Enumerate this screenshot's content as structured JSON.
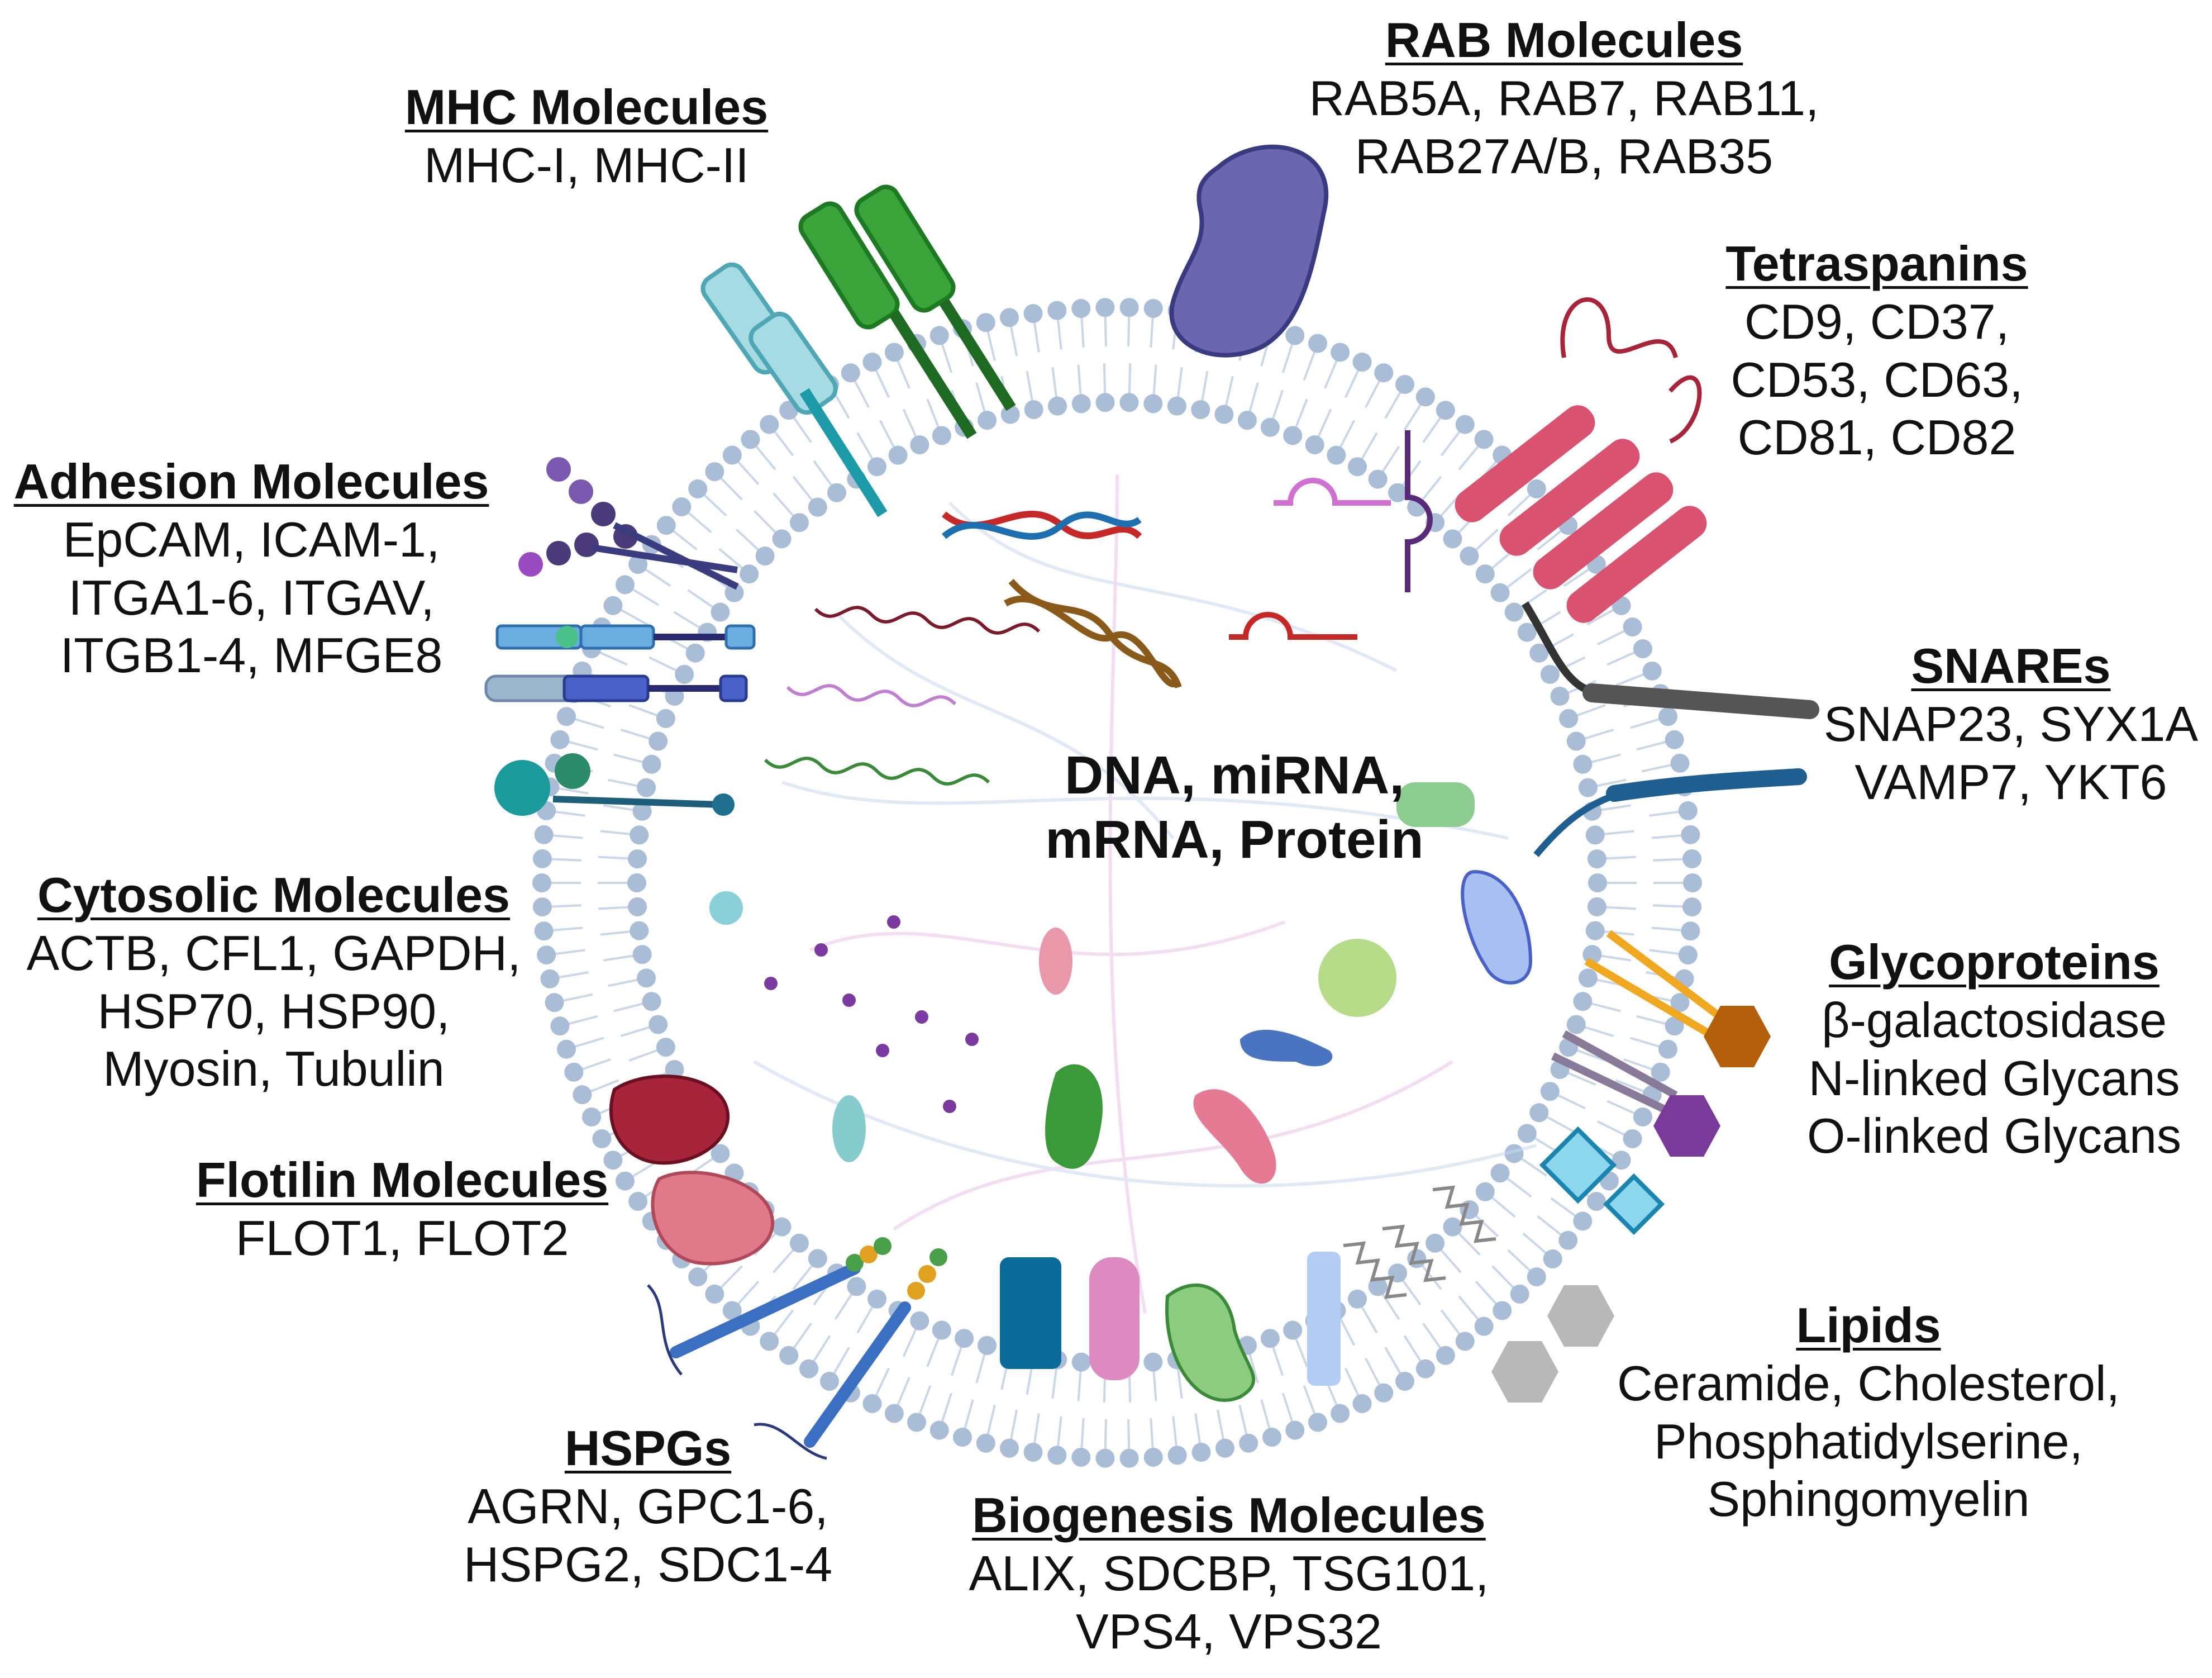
{
  "center": {
    "lines": [
      "DNA, miRNA,",
      "mRNA, Protein"
    ]
  },
  "groups": {
    "rab": {
      "title": "RAB Molecules",
      "items": [
        "RAB5A, RAB7, RAB11,",
        "RAB27A/B, RAB35"
      ]
    },
    "mhc": {
      "title": "MHC Molecules",
      "items": [
        "MHC-I, MHC-II"
      ]
    },
    "tetraspanins": {
      "title": "Tetraspanins",
      "items": [
        "CD9, CD37,",
        "CD53, CD63,",
        "CD81, CD82"
      ]
    },
    "adhesion": {
      "title": "Adhesion Molecules",
      "items": [
        "EpCAM, ICAM-1,",
        "ITGA1-6, ITGAV,",
        "ITGB1-4, MFGE8"
      ]
    },
    "snares": {
      "title": "SNAREs",
      "items": [
        "SNAP23, SYX1A",
        "VAMP7, YKT6"
      ]
    },
    "cytosolic": {
      "title": "Cytosolic Molecules",
      "items": [
        "ACTB, CFL1, GAPDH,",
        "HSP70, HSP90,",
        "Myosin, Tubulin"
      ]
    },
    "glycoproteins": {
      "title": "Glycoproteins",
      "items": [
        "β-galactosidase",
        "N-linked Glycans",
        "O-linked Glycans"
      ]
    },
    "flotilin": {
      "title": "Flotilin Molecules",
      "items": [
        "FLOT1, FLOT2"
      ]
    },
    "lipids": {
      "title": "Lipids",
      "items": [
        "Ceramide, Cholesterol,",
        "Phosphatidylserine,",
        "Sphingomyelin"
      ]
    },
    "hspgs": {
      "title": "HSPGs",
      "items": [
        "AGRN, GPC1-6,",
        "HSPG2, SDC1-4"
      ]
    },
    "biogenesis": {
      "title": "Biogenesis Molecules",
      "items": [
        "ALIX, SDCBP, TSG101,",
        "VPS4, VPS32"
      ]
    }
  },
  "colors": {
    "membrane_head": "#a9bdd6",
    "membrane_tail": "#c9d7e8",
    "rab": "#6a66b0",
    "mhc_green": "#3aa33a",
    "mhc_teal": "#9fd6df",
    "tetraspanin": "#d95270",
    "snare_dark": "#444444",
    "snare_blue": "#1f5e91",
    "glyco_orange": "#b35f0c",
    "glyco_purple": "#7a3a9a",
    "glyco_cyan": "#8cd6ee",
    "lipid_gray": "#b8b8b8",
    "flotilin_dark": "#a8243a",
    "flotilin_light": "#e07a8a",
    "hspg_blue": "#3b6fc2",
    "dna_red": "#c62828",
    "dna_blue": "#1e6fb0",
    "dna_brown": "#8a5a1a"
  }
}
